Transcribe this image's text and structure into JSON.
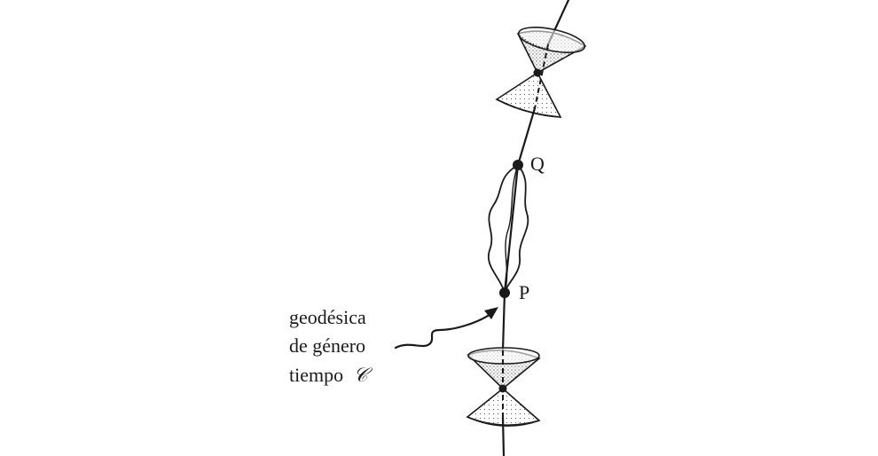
{
  "diagram": {
    "points": {
      "q": "Q",
      "p": "P"
    },
    "annotation": {
      "line1": "geodésica",
      "line2": "de género",
      "line3_text": "tiempo",
      "line3_symbol": "𝒞"
    },
    "colors": {
      "ink": "#1a1a1a",
      "background": "#ffffff"
    }
  }
}
